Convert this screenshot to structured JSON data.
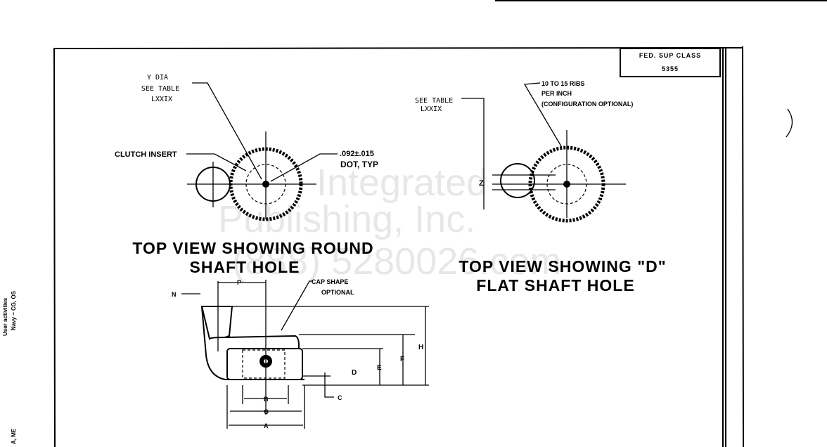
{
  "title_block": {
    "line1": "FED. SUP CLASS",
    "line2": "5355"
  },
  "left_view": {
    "y_dia": [
      "Y  DIA",
      "SEE  TABLE",
      "LXXIX"
    ],
    "clutch_insert": "CLUTCH INSERT",
    "dot": [
      ".092±.015",
      "DOT, TYP"
    ],
    "caption": [
      "TOP VIEW SHOWING ROUND",
      "SHAFT HOLE"
    ]
  },
  "right_view": {
    "see_table": [
      "SEE  TABLE",
      "LXXIX"
    ],
    "ribs": [
      "10 TO 15 RIBS",
      "PER INCH",
      "(CONFIGURATION OPTIONAL)"
    ],
    "z": "Z",
    "caption": [
      "TOP VIEW SHOWING \"D\"",
      "FLAT SHAFT HOLE"
    ]
  },
  "side_view": {
    "cap_shape": [
      "CAP SHAPE",
      "OPTIONAL"
    ],
    "dims": {
      "N": "N",
      "P": "P",
      "H": "H",
      "F": "F",
      "E": "E",
      "D": "D",
      "C": "C",
      "B": "B",
      "G": "G",
      "A": "A"
    }
  },
  "margin_notes": [
    "User activities",
    "Navy – CG, OS",
    "A, ME"
  ],
  "watermark": [
    "Integrated",
    "Publishing, Inc.",
    "(888) 5280026.com"
  ]
}
